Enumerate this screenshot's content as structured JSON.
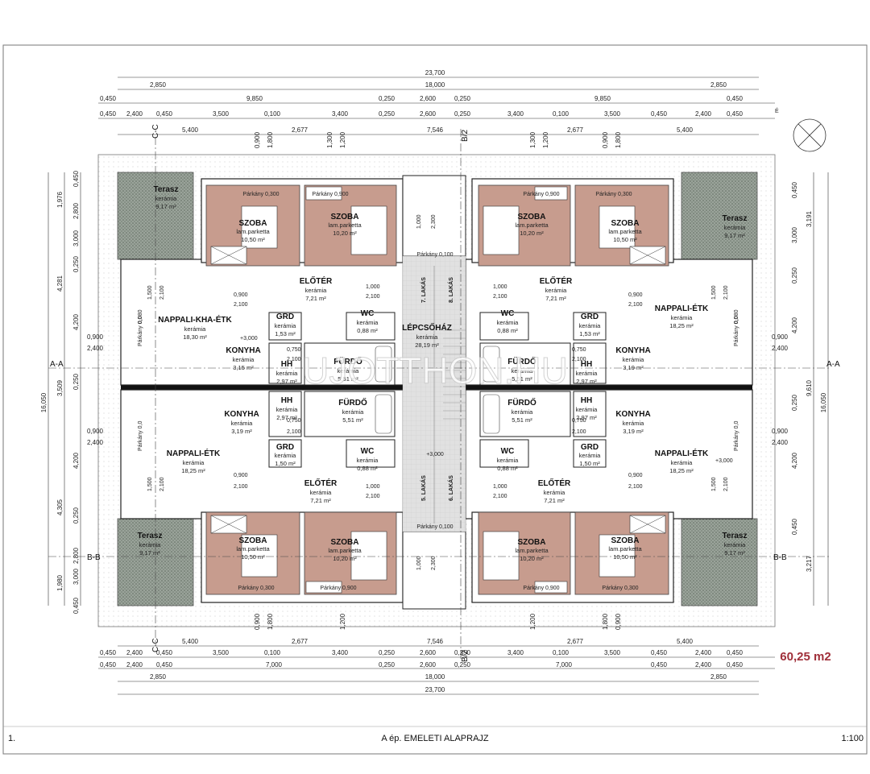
{
  "drawing": {
    "sheet_number": "1.",
    "title": "A ép.   EMELETI ALAPRAJZ",
    "scale": "1:100",
    "area_label": "60,25 m2",
    "watermark": "UJOTTHON.HU",
    "north_label": "É"
  },
  "dims": {
    "top": {
      "r1": [
        "23,700"
      ],
      "r2": [
        "2,850",
        "18,000",
        "2,850"
      ],
      "r3": [
        "0,450",
        "9,850",
        "0,250",
        "2,600",
        "0,250",
        "9,850",
        "0,450"
      ],
      "r4": [
        "0,450",
        "2,400",
        "0,450",
        "3,500",
        "0,100",
        "3,400",
        "0,250",
        "2,600",
        "0,250",
        "3,400",
        "0,100",
        "3,500",
        "0,450",
        "2,400",
        "0,450"
      ],
      "r5": [
        "5,400",
        "2,677",
        "7,546",
        "2,677",
        "5,400"
      ],
      "r6": [
        "0,900",
        "1,800",
        "1,300",
        "1,200",
        "1,300",
        "1,200",
        "0,900",
        "1,800"
      ]
    },
    "bottom": {
      "r6": [
        "0,900",
        "1,800",
        "1,200",
        "1,200",
        "1,800",
        "0,900"
      ],
      "r5": [
        "5,400",
        "2,677",
        "7,546",
        "2,677",
        "5,400"
      ],
      "r4": [
        "0,450",
        "2,400",
        "0,450",
        "3,500",
        "0,100",
        "3,400",
        "0,250",
        "2,600",
        "0,250",
        "3,400",
        "0,100",
        "3,500",
        "0,450",
        "2,400",
        "0,450"
      ],
      "r3": [
        "0,450",
        "2,400",
        "0,450",
        "7,000",
        "0,250",
        "2,600",
        "0,250",
        "7,000",
        "0,450",
        "2,400",
        "0,450"
      ],
      "r2": [
        "2,850",
        "18,000",
        "2,850"
      ],
      "r1": [
        "23,700"
      ]
    },
    "left": {
      "c1": [
        "16,050"
      ],
      "c2": [
        "1,976",
        "4,281",
        "3,509",
        "4,305",
        "1,980"
      ],
      "c3": [
        "0,450",
        "2,800",
        "3,000",
        "0,250",
        "4,200",
        "0,250",
        "4,200",
        "0,250",
        "2,800",
        "3,000",
        "0,450"
      ],
      "c4": [
        "0,900",
        "2,400",
        "0,900",
        "2,400"
      ]
    },
    "right": {
      "c1": [
        "16,050"
      ],
      "c2": [
        "3,191",
        "9,610",
        "3,217"
      ],
      "c3": [
        "0,450",
        "3,000",
        "0,250",
        "4,200",
        "0,250",
        "4,200",
        "0,450"
      ],
      "c4": [
        "0,900",
        "2,400",
        "0,900",
        "2,400"
      ]
    }
  },
  "sections": {
    "cc_top": "C-C",
    "cc_bottom": "C-C",
    "aa_left": "A-A",
    "aa_right": "A-A",
    "bb_left": "B-B",
    "bb_right": "B-B",
    "b2_top": "B/2",
    "b2_bottom": "B/2"
  },
  "rooms": {
    "terasz_tl": {
      "name": "Terasz",
      "mat": "kerámia",
      "area": "9,17 m²"
    },
    "terasz_tr": {
      "name": "Terasz",
      "mat": "kerámia",
      "area": "9,17 m²"
    },
    "terasz_bl": {
      "name": "Terasz",
      "mat": "kerámia",
      "area": "9,17 m²"
    },
    "terasz_br": {
      "name": "Terasz",
      "mat": "kerámia",
      "area": "9,17 m²"
    },
    "szoba_tl1": {
      "name": "SZOBA",
      "mat": "lam.parketta",
      "area": "10,50 m²",
      "parkany": "Párkány 0,300"
    },
    "szoba_tl2": {
      "name": "SZOBA",
      "mat": "lam.parketta",
      "area": "10,20 m²",
      "parkany": "Párkány 0,900"
    },
    "szoba_tr1": {
      "name": "SZOBA",
      "mat": "lam.parketta",
      "area": "10,20 m²",
      "parkany": "Párkány 0,900"
    },
    "szoba_tr2": {
      "name": "SZOBA",
      "mat": "lam.parketta",
      "area": "10,50 m²",
      "parkany": "Párkány 0,300"
    },
    "szoba_bl1": {
      "name": "SZOBA",
      "mat": "lam.parketta",
      "area": "10,50 m²",
      "parkany": "Párkány 0,300"
    },
    "szoba_bl2": {
      "name": "SZOBA",
      "mat": "lam.parketta",
      "area": "10,20 m²",
      "parkany": "Párkány 0,900"
    },
    "szoba_br1": {
      "name": "SZOBA",
      "mat": "lam.parketta",
      "area": "10,20 m²",
      "parkany": "Párkány 0,900"
    },
    "szoba_br2": {
      "name": "SZOBA",
      "mat": "lam.parketta",
      "area": "10,50 m²",
      "parkany": "Párkány 0,300"
    },
    "nappali_tl": {
      "name": "NAPPALI-KHA-ÉTK",
      "mat": "kerámia",
      "area": "18,30 m²"
    },
    "nappali_tr": {
      "name": "NAPPALI-ÉTK",
      "mat": "kerámia",
      "area": "18,25 m²"
    },
    "nappali_bl": {
      "name": "NAPPALI-ÉTK",
      "mat": "kerámia",
      "area": "18,25 m²"
    },
    "nappali_br": {
      "name": "NAPPALI-ÉTK",
      "mat": "kerámia",
      "area": "18,25 m²"
    },
    "eloter_tl": {
      "name": "ELŐTÉR",
      "mat": "kerámia",
      "area": "7,21 m²"
    },
    "eloter_tr": {
      "name": "ELŐTÉR",
      "mat": "kerámia",
      "area": "7,21 m²"
    },
    "eloter_bl": {
      "name": "ELŐTÉR",
      "mat": "kerámia",
      "area": "7,21 m²"
    },
    "eloter_br": {
      "name": "ELŐTÉR",
      "mat": "kerámia",
      "area": "7,21 m²"
    },
    "grd_tl": {
      "name": "GRD",
      "mat": "kerámia",
      "area": "1,53 m²"
    },
    "grd_tr": {
      "name": "GRD",
      "mat": "kerámia",
      "area": "1,53 m²"
    },
    "grd_bl": {
      "name": "GRD",
      "mat": "kerámia",
      "area": "1,50 m²"
    },
    "grd_br": {
      "name": "GRD",
      "mat": "kerámia",
      "area": "1,50 m²"
    },
    "wc_tl": {
      "name": "WC",
      "mat": "kerámia",
      "area": "0,88 m²"
    },
    "wc_tr": {
      "name": "WC",
      "mat": "kerámia",
      "area": "0,88 m²"
    },
    "wc_bl": {
      "name": "WC",
      "mat": "kerámia",
      "area": "0,88 m²"
    },
    "wc_br": {
      "name": "WC",
      "mat": "kerámia",
      "area": "0,88 m²"
    },
    "konyha_tl": {
      "name": "KONYHA",
      "mat": "kerámia",
      "area": "3,15 m²"
    },
    "konyha_tr": {
      "name": "KONYHA",
      "mat": "kerámia",
      "area": "3,19 m²"
    },
    "konyha_bl": {
      "name": "KONYHA",
      "mat": "kerámia",
      "area": "3,19 m²"
    },
    "konyha_br": {
      "name": "KONYHA",
      "mat": "kerámia",
      "area": "3,19 m²"
    },
    "hh_tl": {
      "name": "HH",
      "mat": "kerámia",
      "area": "2,97 m²"
    },
    "hh_tr": {
      "name": "HH",
      "mat": "kerámia",
      "area": "2,97 m²"
    },
    "hh_bl": {
      "name": "HH",
      "mat": "kerámia",
      "area": "2,97 m²"
    },
    "hh_br": {
      "name": "HH",
      "mat": "kerámia",
      "area": "2,97 m²"
    },
    "furdo_tl": {
      "name": "FÜRDŐ",
      "mat": "kerámia",
      "area": "5,51 m²"
    },
    "furdo_tr": {
      "name": "FÜRDŐ",
      "mat": "kerámia",
      "area": "5,51 m²"
    },
    "furdo_bl": {
      "name": "FÜRDŐ",
      "mat": "kerámia",
      "area": "5,51 m²"
    },
    "furdo_br": {
      "name": "FÜRDŐ",
      "mat": "kerámia",
      "area": "5,51 m²"
    },
    "lepcsohaz": {
      "name": "LÉPCSŐHÁZ",
      "mat": "kerámia",
      "area": "28,19 m²"
    }
  },
  "units": [
    "7. LAKÁS",
    "8. LAKÁS",
    "5. LAKÁS",
    "6. LAKÁS"
  ],
  "misc": {
    "parkany_0100": "Párkány 0,100",
    "parkany_0": "Párkány 0,0",
    "level": "+3,000",
    "door_0900": "0,900",
    "door_2100": "2,100",
    "door_0750": "0,750",
    "door_1000": "1,000",
    "door_2300": "2,300",
    "door_1500": "1,500",
    "door_0080": "0,080"
  }
}
